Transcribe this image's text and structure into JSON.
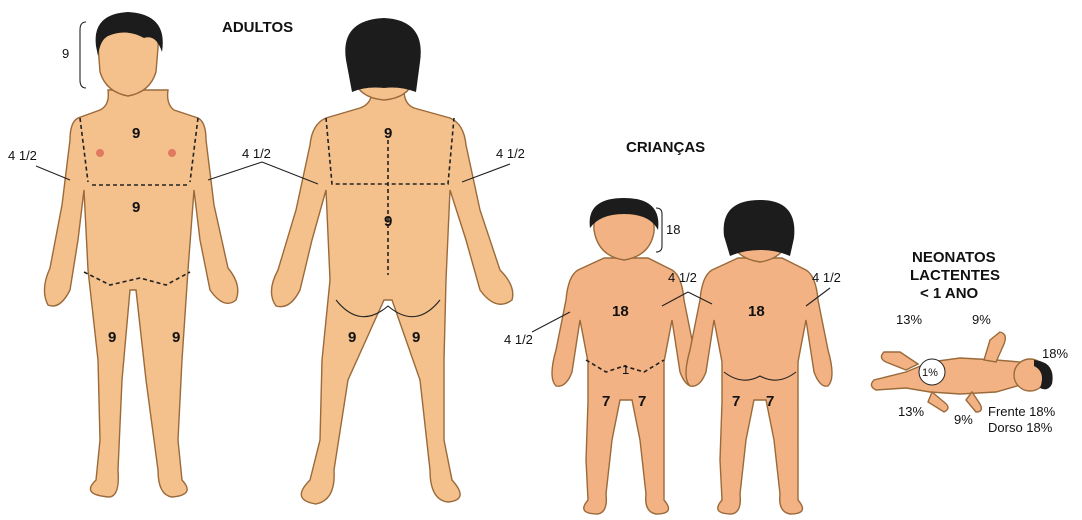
{
  "adults": {
    "title": "ADULTOS",
    "head": "9",
    "chest": "9",
    "abdomen": "9",
    "left_arm": "4 1/2",
    "right_arm": "4 1/2",
    "leg_left": "9",
    "leg_right": "9",
    "back_upper": "9",
    "back_lower": "9",
    "back_arm": "4 1/2",
    "back_leg_left": "9",
    "back_leg_right": "9"
  },
  "children": {
    "title": "CRIANÇAS",
    "head": "18",
    "front_trunk": "18",
    "front_arm": "4 1/2",
    "front_arm_right": "4 1/2",
    "front_leg_left": "7",
    "front_leg_right": "7",
    "genital": "1",
    "back_trunk": "18",
    "back_arm": "4 1/2",
    "back_leg_left": "7",
    "back_leg_right": "7"
  },
  "infants": {
    "title_line1": "NEONATOS",
    "title_line2": "LACTENTES",
    "title_line3": "< 1 ANO",
    "arm_top_left": "13%",
    "arm_top_right": "9%",
    "leg_bottom_left": "13%",
    "leg_bottom_right": "9%",
    "genital": "1%",
    "head": "18%",
    "front_label": "Frente 18%",
    "back_label": "Dorso 18%"
  },
  "colors": {
    "skin": "#f4c08c",
    "hair": "#1c1c1c",
    "outline": "#9a6a3a"
  }
}
